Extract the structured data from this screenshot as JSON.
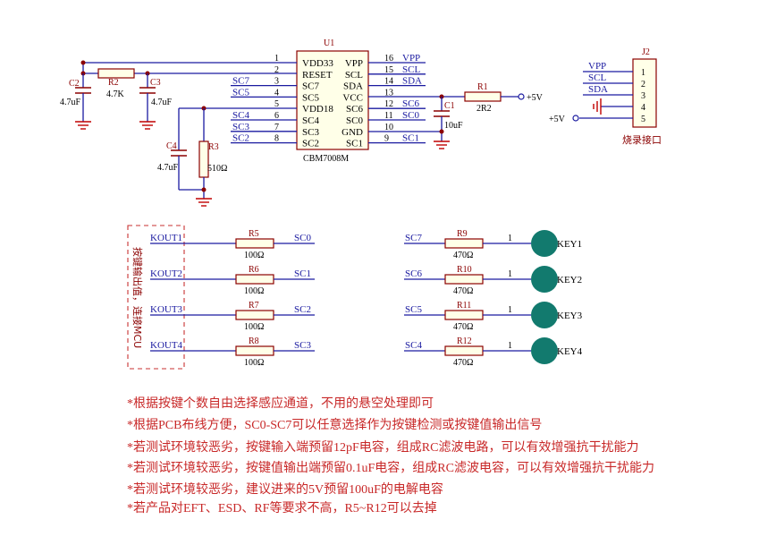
{
  "ic": {
    "ref": "U1",
    "part": "CBM7008M",
    "left_pins": [
      {
        "num": "1",
        "name": "VDD33",
        "net": ""
      },
      {
        "num": "2",
        "name": "RESET",
        "net": ""
      },
      {
        "num": "3",
        "name": "SC7",
        "net": "SC7"
      },
      {
        "num": "4",
        "name": "SC5",
        "net": "SC5"
      },
      {
        "num": "5",
        "name": "VDD18",
        "net": ""
      },
      {
        "num": "6",
        "name": "SC4",
        "net": "SC4"
      },
      {
        "num": "7",
        "name": "SC3",
        "net": "SC3"
      },
      {
        "num": "8",
        "name": "SC2",
        "net": "SC2"
      }
    ],
    "right_pins": [
      {
        "num": "16",
        "name": "VPP",
        "net": "VPP"
      },
      {
        "num": "15",
        "name": "SCL",
        "net": "SCL"
      },
      {
        "num": "14",
        "name": "SDA",
        "net": "SDA"
      },
      {
        "num": "13",
        "name": "VCC",
        "net": ""
      },
      {
        "num": "12",
        "name": "SC6",
        "net": "SC6"
      },
      {
        "num": "11",
        "name": "SC0",
        "net": "SC0"
      },
      {
        "num": "10",
        "name": "GND",
        "net": ""
      },
      {
        "num": "9",
        "name": "SC1",
        "net": "SC1"
      }
    ]
  },
  "components": {
    "c2": {
      "ref": "C2",
      "value": "4.7uF"
    },
    "r2": {
      "ref": "R2",
      "value": "4.7K"
    },
    "c3": {
      "ref": "C3",
      "value": "4.7uF"
    },
    "c4": {
      "ref": "C4",
      "value": "4.7uF"
    },
    "r3": {
      "ref": "R3",
      "value": "510Ω"
    },
    "c1": {
      "ref": "C1",
      "value": "10uF"
    },
    "r1": {
      "ref": "R1",
      "value": "2R2"
    },
    "supply": "+5V"
  },
  "connector": {
    "ref": "J2",
    "pins": [
      "1",
      "2",
      "3",
      "4",
      "5"
    ],
    "nets": [
      "VPP",
      "SCL",
      "SDA"
    ],
    "supply": "+5V",
    "label": "烧录接口"
  },
  "output_block": {
    "label": "按键输出值，连接MCU",
    "rows": [
      {
        "port": "KOUT1",
        "ref": "R5",
        "value": "100Ω",
        "net": "SC0"
      },
      {
        "port": "KOUT2",
        "ref": "R6",
        "value": "100Ω",
        "net": "SC1"
      },
      {
        "port": "KOUT3",
        "ref": "R7",
        "value": "100Ω",
        "net": "SC2"
      },
      {
        "port": "KOUT4",
        "ref": "R8",
        "value": "100Ω",
        "net": "SC3"
      }
    ]
  },
  "key_block": {
    "rows": [
      {
        "net": "SC7",
        "ref": "R9",
        "value": "470Ω",
        "pin": "1",
        "key": "KEY1"
      },
      {
        "net": "SC6",
        "ref": "R10",
        "value": "470Ω",
        "pin": "1",
        "key": "KEY2"
      },
      {
        "net": "SC5",
        "ref": "R11",
        "value": "470Ω",
        "pin": "1",
        "key": "KEY3"
      },
      {
        "net": "SC4",
        "ref": "R12",
        "value": "470Ω",
        "pin": "1",
        "key": "KEY4"
      }
    ]
  },
  "notes": [
    "*根据按键个数自由选择感应通道，不用的悬空处理即可",
    "*根据PCB布线方便，SC0-SC7可以任意选择作为按键检测或按键值输出信号",
    "*若测试环境较恶劣，按键输入端预留12pF电容，组成RC滤波电路，可以有效增强抗干扰能力",
    "*若测试环境较恶劣，按键值输出端预留0.1uF电容，组成RC滤波电容，可以有效增强抗干扰能力",
    "*若测试环境较恶劣，建议进来的5V预留100uF的电解电容",
    "*若产品对EFT、ESD、RF等要求不高，R5~R12可以去掉"
  ]
}
